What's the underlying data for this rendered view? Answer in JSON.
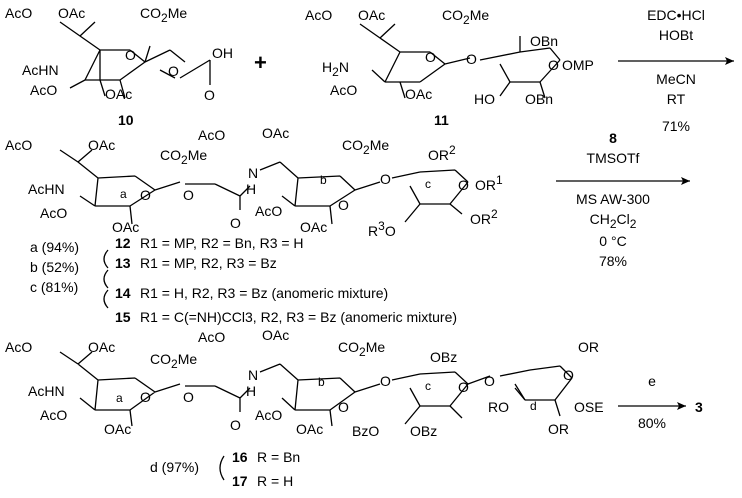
{
  "groups": {
    "ac": "AcO",
    "oac": "OAc",
    "achn": "AcHN",
    "co2me": "CO2Me",
    "h2n": "H2N",
    "obn": "OBn",
    "omp": "OMP",
    "ho": "HO",
    "bn_o": "OBn",
    "oh_acid": "OH",
    "o": "O",
    "nh": "N",
    "h": "H",
    "or2": "OR2",
    "or1": "OR1",
    "r3o": "R3O",
    "obz": "OBz",
    "bzo": "BzO",
    "ro": "RO",
    "or": "OR",
    "ose": "OSE",
    "ring_a": "a",
    "ring_b": "b",
    "ring_c": "c",
    "ring_d": "d"
  },
  "compounds": {
    "c10": "10",
    "c11": "11",
    "plus": "+"
  },
  "step1": {
    "reagent1": "EDC•HCl",
    "reagent2": "HOBt",
    "solvent": "MeCN",
    "temp": "RT",
    "yield": "71%"
  },
  "step2": {
    "reagent1": "8",
    "reagent2": "TMSOTf",
    "sieves": "MS AW-300",
    "solvent": "CH2Cl2",
    "temp": "0 °C",
    "yield": "78%"
  },
  "series": [
    {
      "step": "a (94%)",
      "num": "12",
      "desc": "R1 = MP, R2 = Bn, R3 = H"
    },
    {
      "step": "b (52%)",
      "num": "13",
      "desc": "R1 = MP, R2, R3 = Bz"
    },
    {
      "step": "c (81%)",
      "num": "14",
      "desc": "R1 = H, R2, R3 = Bz (anomeric mixture)"
    },
    {
      "step": "",
      "num": "15",
      "desc": "R1 = C(=NH)CCl3, R2, R3 = Bz (anomeric mixture)"
    }
  ],
  "step3": {
    "reagent": "e",
    "yield": "80%",
    "product": "3"
  },
  "final": [
    {
      "step": "d (97%)",
      "num": "16",
      "desc": "R = Bn"
    },
    {
      "step": "",
      "num": "17",
      "desc": "R = H"
    }
  ]
}
